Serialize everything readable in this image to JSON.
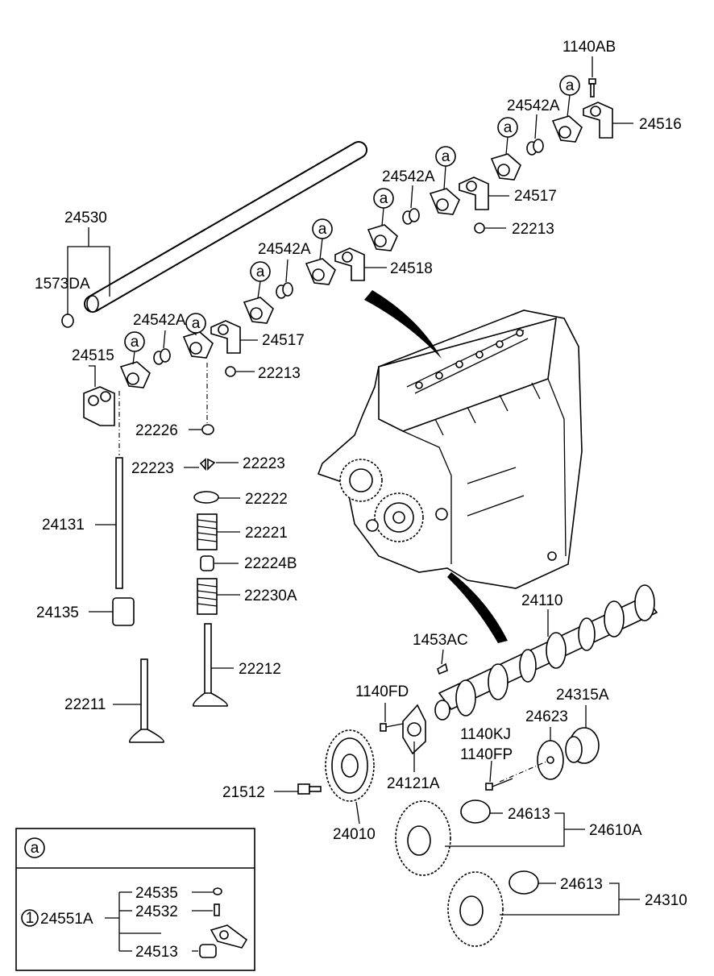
{
  "labels": {
    "l1140AB": "1140AB",
    "l24542A_1": "24542A",
    "l24516": "24516",
    "l24542A_2": "24542A",
    "l24517_top": "24517",
    "l22213_top": "22213",
    "l24530": "24530",
    "l1573DA": "1573DA",
    "l24542A_3": "24542A",
    "l24518": "24518",
    "l24542A_4": "24542A",
    "l24517_mid": "24517",
    "l24515": "24515",
    "l22213_mid": "22213",
    "l22226": "22226",
    "l22223_left": "22223",
    "l22223_right": "22223",
    "l22222": "22222",
    "l24131": "24131",
    "l22221": "22221",
    "l22224B": "22224B",
    "l24135": "24135",
    "l22230A": "22230A",
    "l24110": "24110",
    "l1453AC": "1453AC",
    "l22212": "22212",
    "l22211": "22211",
    "l1140FD": "1140FD",
    "l24315A": "24315A",
    "l24623": "24623",
    "l1140KJ": "1140KJ",
    "l1140FP": "1140FP",
    "l24121A": "24121A",
    "l21512": "21512",
    "l24613_a": "24613",
    "l24610A": "24610A",
    "l24010": "24010",
    "l24613_b": "24613",
    "l24310": "24310"
  },
  "callout_letter": "a",
  "legend": {
    "header_letter": "a",
    "index_number": "1",
    "assembly": "24551A",
    "part1": "24535",
    "part2": "24532",
    "part3": "24513"
  }
}
